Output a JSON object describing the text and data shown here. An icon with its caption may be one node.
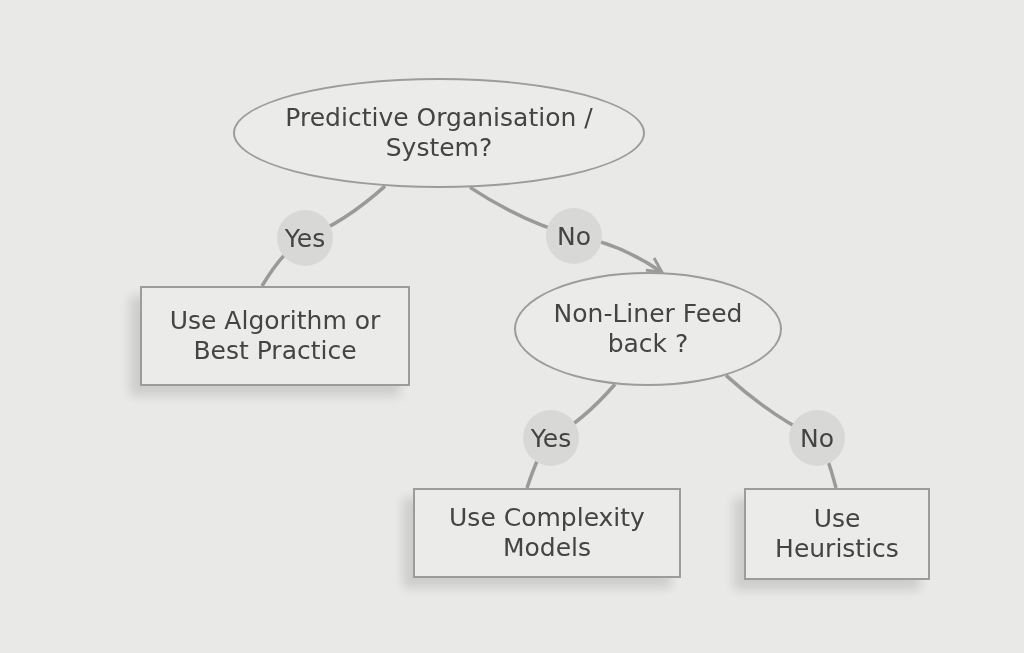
{
  "diagram": {
    "nodes": [
      {
        "text": [
          "Predictive Organisation / System?"
        ]
      },
      {
        "text": [
          "Use Algorithm or Best Practice"
        ]
      },
      {
        "text": [
          "Non-Liner Feed back ?"
        ]
      },
      {
        "text": [
          "Use Complexity Models"
        ]
      },
      {
        "text": [
          "Use Heuristics"
        ]
      }
    ],
    "edges": [
      {
        "from": 0,
        "to": 1,
        "arrow": "none",
        "label": "Yes"
      },
      {
        "from": 0,
        "to": 2,
        "arrow": "to",
        "label": "No"
      },
      {
        "from": 2,
        "to": 3,
        "arrow": "none",
        "label": "Yes"
      },
      {
        "from": 2,
        "to": 4,
        "arrow": "none",
        "label": "No"
      }
    ]
  }
}
